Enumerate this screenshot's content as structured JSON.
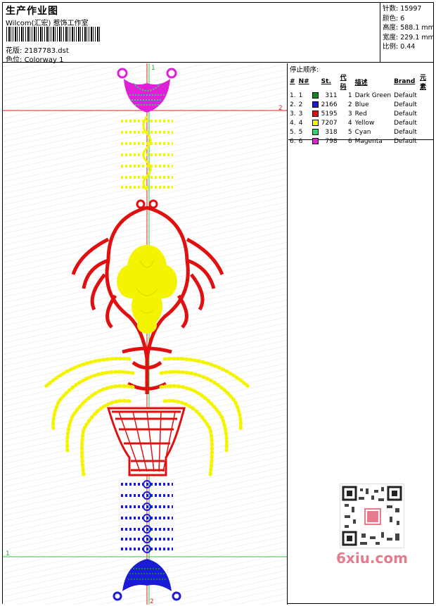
{
  "header": {
    "title": "生产作业图",
    "company": "Wilcom(汇宏) 惹饰工作室",
    "design_label": "花版:",
    "design_value": "2187783.dst",
    "colorway_label": "色位:",
    "colorway_value": "Colorway 1"
  },
  "stats": [
    {
      "label": "针数:",
      "value": "15997"
    },
    {
      "label": "颜色:",
      "value": "6"
    },
    {
      "label": "高度:",
      "value": "588.1 mm"
    },
    {
      "label": "宽度:",
      "value": "229.1 mm"
    },
    {
      "label": "比例:",
      "value": "0.44"
    }
  ],
  "stop_sequence": {
    "title": "停止顺序:",
    "columns": [
      "#",
      "N#",
      "St.",
      "代码",
      "描述",
      "Brand",
      "元素"
    ],
    "rows": [
      {
        "idx": "1.",
        "n": "1",
        "color": "#0e8a1c",
        "st": "311",
        "code": "1",
        "desc": "Dark Green",
        "brand": "Default"
      },
      {
        "idx": "2.",
        "n": "2",
        "color": "#1a1ad8",
        "st": "2166",
        "code": "2",
        "desc": "Blue",
        "brand": "Default"
      },
      {
        "idx": "3.",
        "n": "3",
        "color": "#e01010",
        "st": "5195",
        "code": "3",
        "desc": "Red",
        "brand": "Default"
      },
      {
        "idx": "4.",
        "n": "4",
        "color": "#f4f400",
        "st": "7207",
        "code": "4",
        "desc": "Yellow",
        "brand": "Default"
      },
      {
        "idx": "5.",
        "n": "5",
        "color": "#2ad66a",
        "st": "318",
        "code": "5",
        "desc": "Cyan",
        "brand": "Default"
      },
      {
        "idx": "6.",
        "n": "6",
        "color": "#e020d8",
        "st": "798",
        "code": "6",
        "desc": "Magenta",
        "brand": "Default"
      }
    ]
  },
  "canvas": {
    "guide_labels": {
      "v1": "1",
      "h2": "2",
      "h1": "1",
      "v2": "2"
    }
  },
  "watermark": {
    "text": "6xiu.com"
  },
  "colors": {
    "red": "#e01010",
    "yellow": "#f4f400",
    "blue": "#1a1ad8",
    "magenta": "#e020d8",
    "green": "#0e8a1c",
    "cyan": "#2ad66a"
  }
}
